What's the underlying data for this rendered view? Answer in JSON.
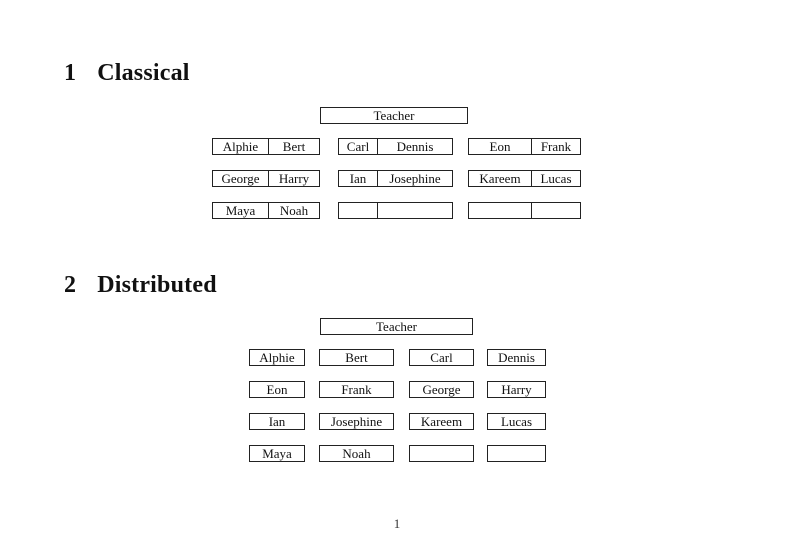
{
  "page": {
    "number": "1"
  },
  "sections": {
    "classical": {
      "number": "1",
      "title": "Classical",
      "teacher_label": "Teacher",
      "rows": [
        {
          "desks": [
            {
              "left": "Alphie",
              "right": "Bert"
            },
            {
              "left": "Carl",
              "right": "Dennis"
            },
            {
              "left": "Eon",
              "right": "Frank"
            }
          ]
        },
        {
          "desks": [
            {
              "left": "George",
              "right": "Harry"
            },
            {
              "left": "Ian",
              "right": "Josephine"
            },
            {
              "left": "Kareem",
              "right": "Lucas"
            }
          ]
        },
        {
          "desks": [
            {
              "left": "Maya",
              "right": "Noah"
            },
            {
              "left": "",
              "right": ""
            },
            {
              "left": "",
              "right": ""
            }
          ]
        }
      ]
    },
    "distributed": {
      "number": "2",
      "title": "Distributed",
      "teacher_label": "Teacher",
      "rows": [
        {
          "desks": [
            "Alphie",
            "Bert",
            "Carl",
            "Dennis"
          ]
        },
        {
          "desks": [
            "Eon",
            "Frank",
            "George",
            "Harry"
          ]
        },
        {
          "desks": [
            "Ian",
            "Josephine",
            "Kareem",
            "Lucas"
          ]
        },
        {
          "desks": [
            "Maya",
            "Noah",
            "",
            ""
          ]
        }
      ]
    }
  }
}
